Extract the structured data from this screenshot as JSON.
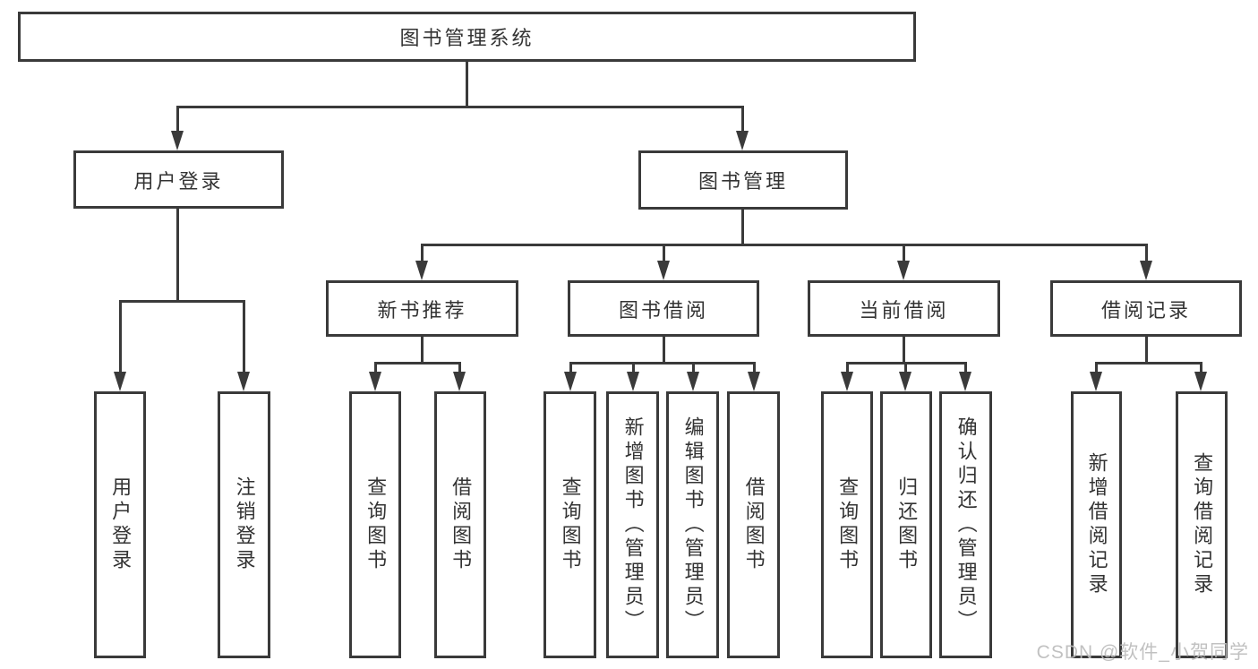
{
  "diagram": {
    "root": {
      "label": "图书管理系统"
    },
    "level2": [
      {
        "label": "用户登录"
      },
      {
        "label": "图书管理"
      }
    ],
    "level3": [
      {
        "label": "新书推荐"
      },
      {
        "label": "图书借阅"
      },
      {
        "label": "当前借阅"
      },
      {
        "label": "借阅记录"
      }
    ],
    "leaves": {
      "user_login": [
        {
          "label": "用户登录"
        },
        {
          "label": "注销登录"
        }
      ],
      "new_book_recommend": [
        {
          "label": "查询图书"
        },
        {
          "label": "借阅图书"
        }
      ],
      "book_borrow": [
        {
          "label": "查询图书"
        },
        {
          "label": "新增图书（管理员）"
        },
        {
          "label": "编辑图书（管理员）"
        },
        {
          "label": "借阅图书"
        }
      ],
      "current_borrow": [
        {
          "label": "查询图书"
        },
        {
          "label": "归还图书"
        },
        {
          "label": "确认归还（管理员）"
        }
      ],
      "borrow_records": [
        {
          "label": "新增借阅记录"
        },
        {
          "label": "查询借阅记录"
        }
      ]
    }
  },
  "watermark": {
    "text": "CSDN @软件_小贺同学"
  },
  "colors": {
    "line": "#3a3a3a",
    "text": "#333333",
    "watermark": "#bcbcbc",
    "background": "#ffffff"
  }
}
